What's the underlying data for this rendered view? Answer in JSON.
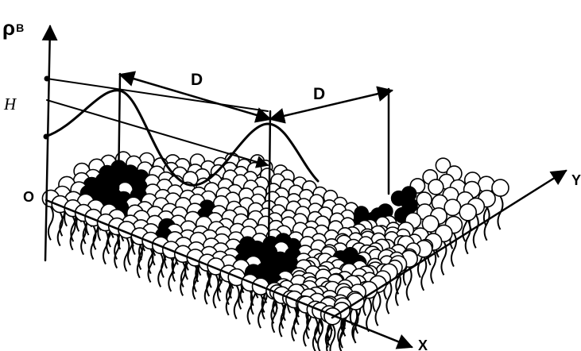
{
  "labels": {
    "rho": "ρ",
    "rho_sub": "B",
    "H": "H",
    "origin": "O",
    "x_axis": "X",
    "y_axis": "Y",
    "D_left": "D",
    "D_right": "D"
  },
  "colors": {
    "ink": "#000000",
    "paper": "#ffffff"
  }
}
